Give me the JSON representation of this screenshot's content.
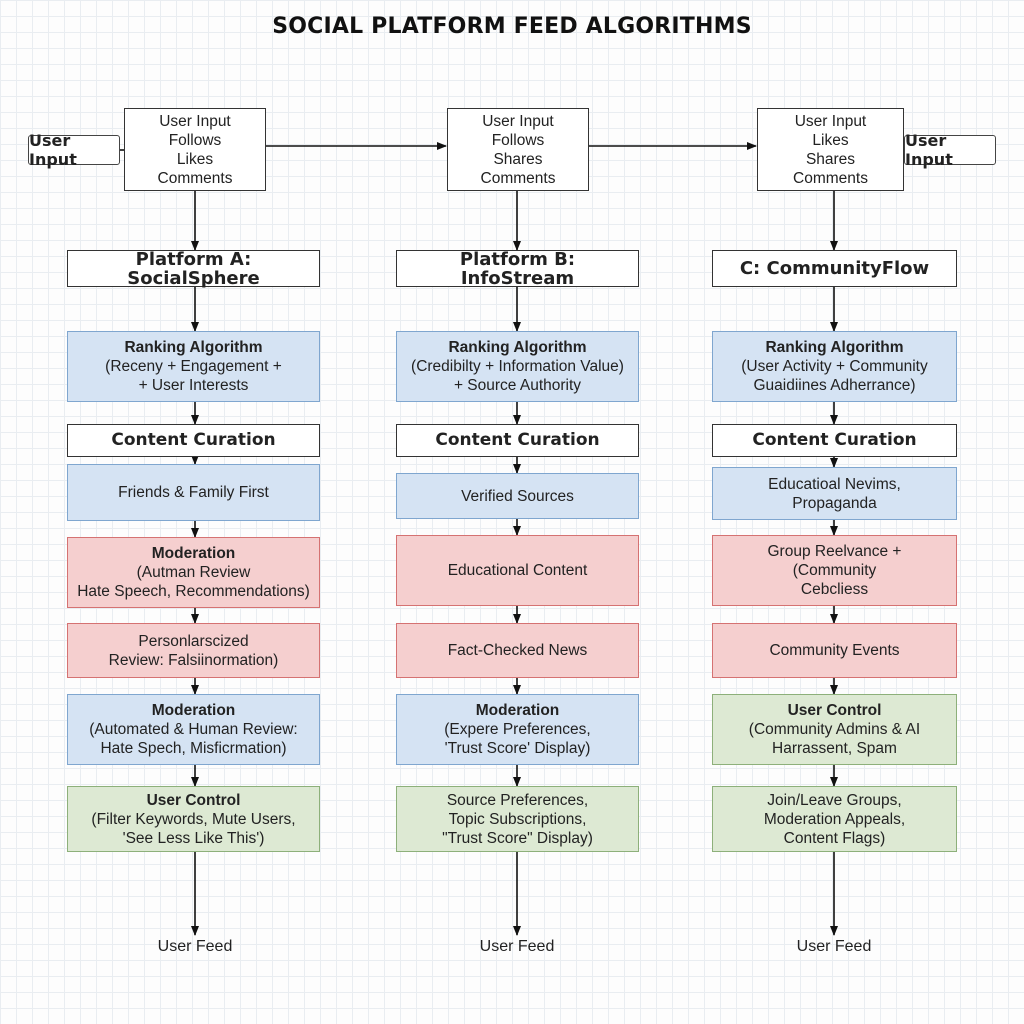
{
  "title": "SOCIAL PLATFORM FEED ALGORITHMS",
  "side_tags": {
    "left": "User Input",
    "right": "User Input"
  },
  "columns": [
    {
      "input": [
        "User Input",
        "Follows",
        "Likes",
        "Comments"
      ],
      "platform": "Platform A: SocialSphere",
      "ranking": {
        "head": "Ranking Algorithm",
        "lines": [
          "(Receny + Engagement +",
          "+ User Interests"
        ]
      },
      "curation": "Content Curation",
      "curation_box": {
        "lines": [
          "Friends & Family First"
        ]
      },
      "red1": {
        "head": "Moderation",
        "lines": [
          "(Autman Review",
          "Hate Speech, Recommendations)"
        ]
      },
      "red2": {
        "lines": [
          "Personlarscized",
          "Review: Falsiinormation)"
        ]
      },
      "mod": {
        "head": "Moderation",
        "lines": [
          "(Automated & Human Review:",
          "Hate Spech, Misficrmation)"
        ]
      },
      "control": {
        "head": "User Control",
        "lines": [
          "(Filter Keywords, Mute Users,",
          "'See Less Like This')"
        ]
      },
      "feed": "User Feed"
    },
    {
      "input": [
        "User Input",
        "Follows",
        "Shares",
        "Comments"
      ],
      "platform": "Platform B: InfoStream",
      "ranking": {
        "head": "Ranking Algorithm",
        "lines": [
          "(Credibilty + Information Value)",
          "+ Source Authority"
        ]
      },
      "curation": "Content Curation",
      "curation_box": {
        "lines": [
          "Verified Sources"
        ]
      },
      "red1": {
        "lines": [
          "Educational Content"
        ]
      },
      "red2": {
        "lines": [
          "Fact-Checked News"
        ]
      },
      "mod": {
        "head": "Moderation",
        "lines": [
          "(Expere Preferences,",
          "'Trust Score' Display)"
        ]
      },
      "control": {
        "lines": [
          "Source Preferences,",
          "Topic Subscriptions,",
          "\"Trust Score\" Display)"
        ]
      },
      "feed": "User Feed"
    },
    {
      "input": [
        "User Input",
        "Likes",
        "Shares",
        "Comments"
      ],
      "platform": "C: CommunityFlow",
      "ranking": {
        "head": "Ranking Algorithm",
        "lines": [
          "(User Activity  + Community",
          "Guaidiines Adherrance)"
        ]
      },
      "curation": "Content Curation",
      "curation_box": {
        "lines": [
          "Educatioal Nevims,",
          "Propaganda"
        ]
      },
      "red1": {
        "lines": [
          "Group Reelvance +",
          "(Community",
          "Cebcliess"
        ]
      },
      "red2": {
        "lines": [
          "Community Events"
        ]
      },
      "mod": {
        "head": "User Control",
        "lines": [
          "(Community Admins & AI",
          "Harrassent, Spam"
        ]
      },
      "control": {
        "lines": [
          "Join/Leave Groups,",
          "Moderation Appeals,",
          "Content Flags)"
        ]
      },
      "feed": "User Feed"
    }
  ],
  "colors": {
    "blue": "#d5e3f3",
    "red": "#f5cfcf",
    "green": "#dde9d3",
    "line": "#111111"
  }
}
